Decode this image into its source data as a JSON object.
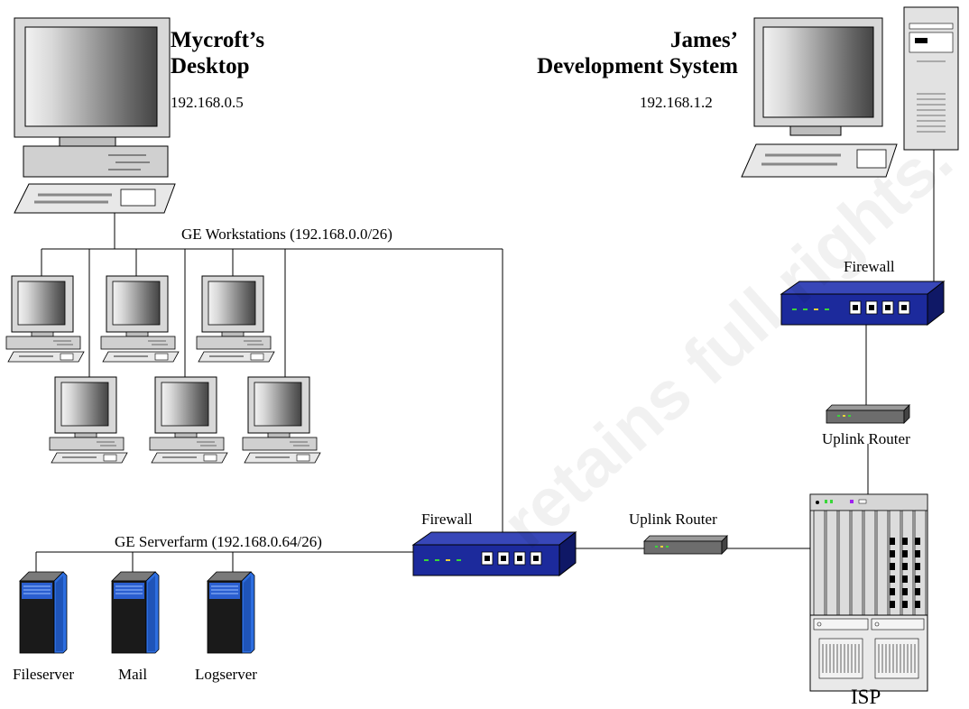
{
  "labels": {
    "mycroft_name": "Mycroft’s",
    "mycroft_sub": "Desktop",
    "mycroft_ip": "192.168.0.5",
    "james_name": "James’",
    "james_sub": "Development System",
    "james_ip": "192.168.1.2",
    "workstations_net": "GE Workstations (192.168.0.0/26)",
    "serverfarm_net": "GE Serverfarm (192.168.0.64/26)",
    "firewall_main": "Firewall",
    "router_main": "Uplink Router",
    "firewall_james": "Firewall",
    "router_james": "Uplink Router",
    "fileserver": "Fileserver",
    "mail": "Mail",
    "logserver": "Logserver",
    "isp": "ISP"
  },
  "watermark": "retains full rights.",
  "colors": {
    "line": "#000000",
    "firewall": "#1c2a9c",
    "server_blue": "#2d6ee0",
    "server_dark": "#1a1a1a",
    "router": "#6d6d6d",
    "monitor_frame": "#d4d4d4",
    "rack": "#e4e4e4"
  }
}
